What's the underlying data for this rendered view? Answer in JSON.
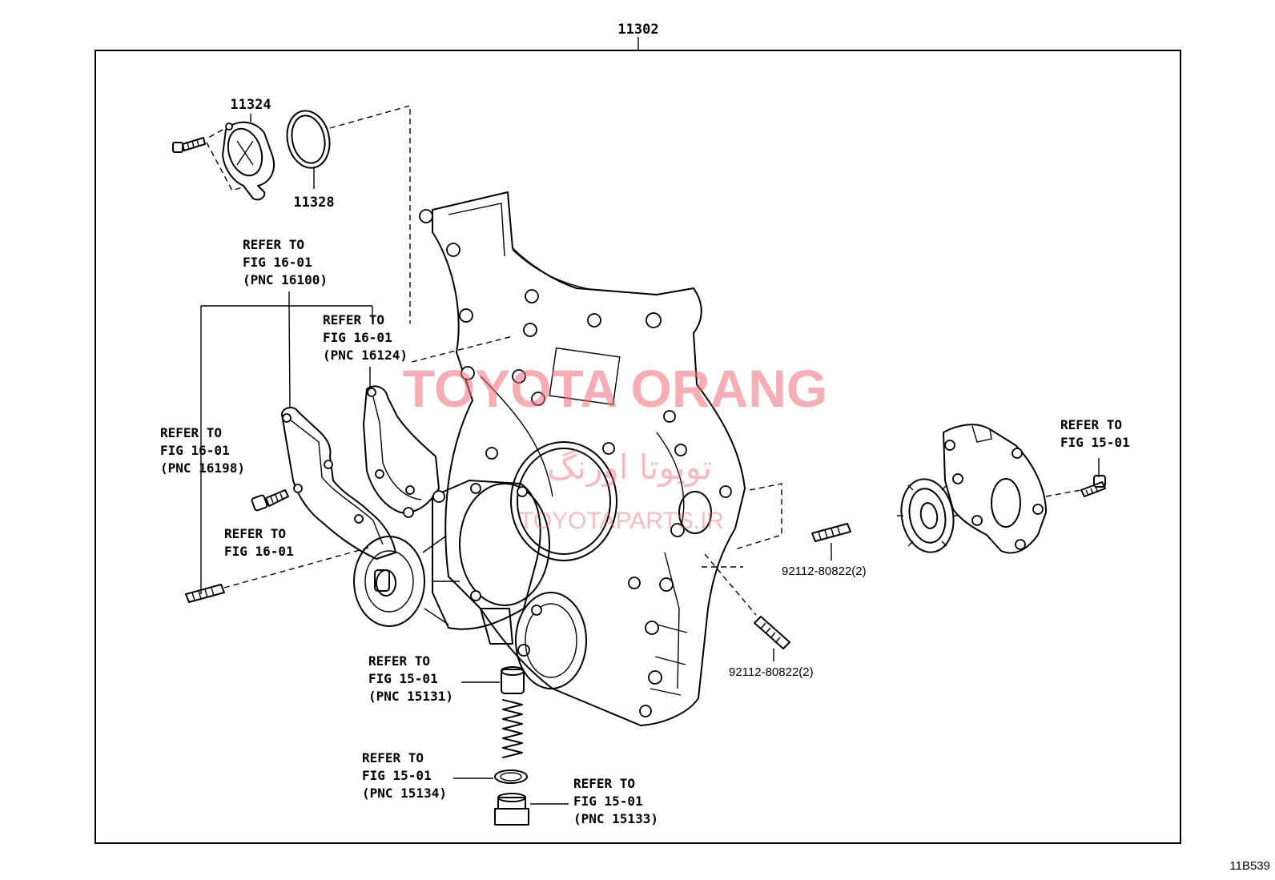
{
  "assembly_number": "11302",
  "figure_code": "11B539",
  "parts": {
    "p11324": "11324",
    "p11328": "11328",
    "stud_left": "92112-80822(2)",
    "stud_right": "92112-80822(2)"
  },
  "refs": {
    "r16100": {
      "line1": "REFER TO",
      "line2": "FIG 16-01",
      "line3": "(PNC 16100)"
    },
    "r16124": {
      "line1": "REFER TO",
      "line2": "FIG 16-01",
      "line3": "(PNC 16124)"
    },
    "r16198": {
      "line1": "REFER TO",
      "line2": "FIG 16-01",
      "line3": "(PNC 16198)"
    },
    "r16bolt": {
      "line1": "REFER TO",
      "line2": "FIG 16-01"
    },
    "r15bolt": {
      "line1": "REFER TO",
      "line2": "FIG 15-01"
    },
    "r15131": {
      "line1": "REFER TO",
      "line2": "FIG 15-01",
      "line3": "(PNC 15131)"
    },
    "r15134": {
      "line1": "REFER TO",
      "line2": "FIG 15-01",
      "line3": "(PNC 15134)"
    },
    "r15133": {
      "line1": "REFER TO",
      "line2": "FIG 15-01",
      "line3": "(PNC 15133)"
    }
  },
  "watermark": {
    "brand": "TOYOTA ORANG",
    "persian": "تویوتا اورنگ",
    "site": "TOYOTAPARTS.IR"
  },
  "colors": {
    "watermark": "#f26b78",
    "ink": "#000000"
  }
}
